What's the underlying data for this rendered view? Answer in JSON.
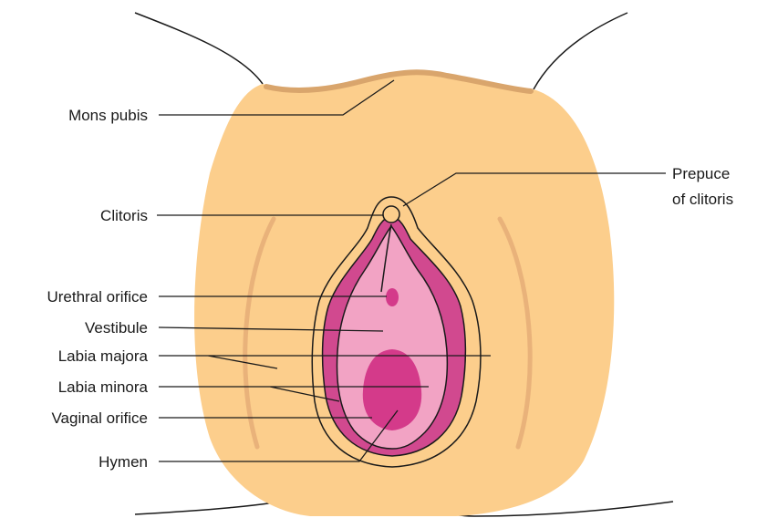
{
  "labels": {
    "mons_pubis": "Mons pubis",
    "clitoris": "Clitoris",
    "urethral_orifice": "Urethral orifice",
    "vestibule": "Vestibule",
    "labia_majora": "Labia majora",
    "labia_minora": "Labia minora",
    "vaginal_orifice": "Vaginal orifice",
    "hymen": "Hymen",
    "prepuce_line1": "Prepuce",
    "prepuce_line2": "of clitoris"
  },
  "colors": {
    "skin": "#fcce8c",
    "skin_crease": "#e9b27a",
    "skin_shadow": "#d9a56c",
    "labia_minora": "#d1498f",
    "vestibule": "#f2a3c4",
    "orifice": "#d43a8a",
    "outline": "#1a1a1a"
  }
}
